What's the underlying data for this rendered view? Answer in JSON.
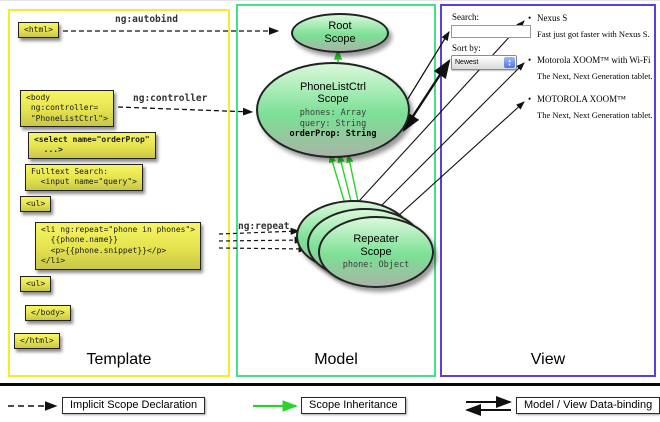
{
  "template_column": {
    "label": "Template",
    "boxes": {
      "html_open": "<html>",
      "body_open": "<body\n ng:controller=\n \"PhoneListCtrl\">",
      "select": "<select name=\"orderProp\"\n  ...>",
      "fulltext": "Fulltext Search:\n  <input name=\"query\">",
      "ul_open": "<ul>",
      "li_repeat": "<li ng:repeat=\"phone in phones\">\n  {{phone.name}}\n  <p>{{phone.snippet}}</p>\n</li>",
      "ul_close": "<ul>",
      "body_close": "</body>",
      "html_close": "</html>"
    }
  },
  "model_column": {
    "label": "Model",
    "root_scope": {
      "title": "Root\nScope"
    },
    "ctrl_scope": {
      "title": "PhoneListCtrl\nScope",
      "props": "phones: Array\nquery: String",
      "bold_prop": "orderProp: String"
    },
    "repeater_scope": {
      "title": "Repeater\nScope",
      "prop": "phone: Object"
    }
  },
  "view_column": {
    "label": "View",
    "search_label": "Search:",
    "sort_label": "Sort by:",
    "sort_value": "Newest",
    "items": [
      {
        "title": "Nexus S",
        "desc": "Fast just got faster with Nexus S."
      },
      {
        "title": "Motorola XOOM™ with Wi-Fi",
        "desc": "The Next, Next Generation tablet."
      },
      {
        "title": "MOTOROLA XOOM™",
        "desc": "The Next, Next Generation tablet."
      }
    ]
  },
  "annotations": {
    "autobind": "ng:autobind",
    "controller": "ng:controller",
    "repeat": "ng:repeat"
  },
  "legend": {
    "implicit": "Implicit Scope Declaration",
    "inheritance": "Scope Inheritance",
    "binding": "Model / View Data-binding"
  },
  "colors": {
    "template_border": "#f2ee2e",
    "model_border": "#43e08d",
    "view_border": "#5a3fe0",
    "box_fill": "#eeec55",
    "scope_fill": "#7be095",
    "arrow_green": "#2ad32a"
  }
}
